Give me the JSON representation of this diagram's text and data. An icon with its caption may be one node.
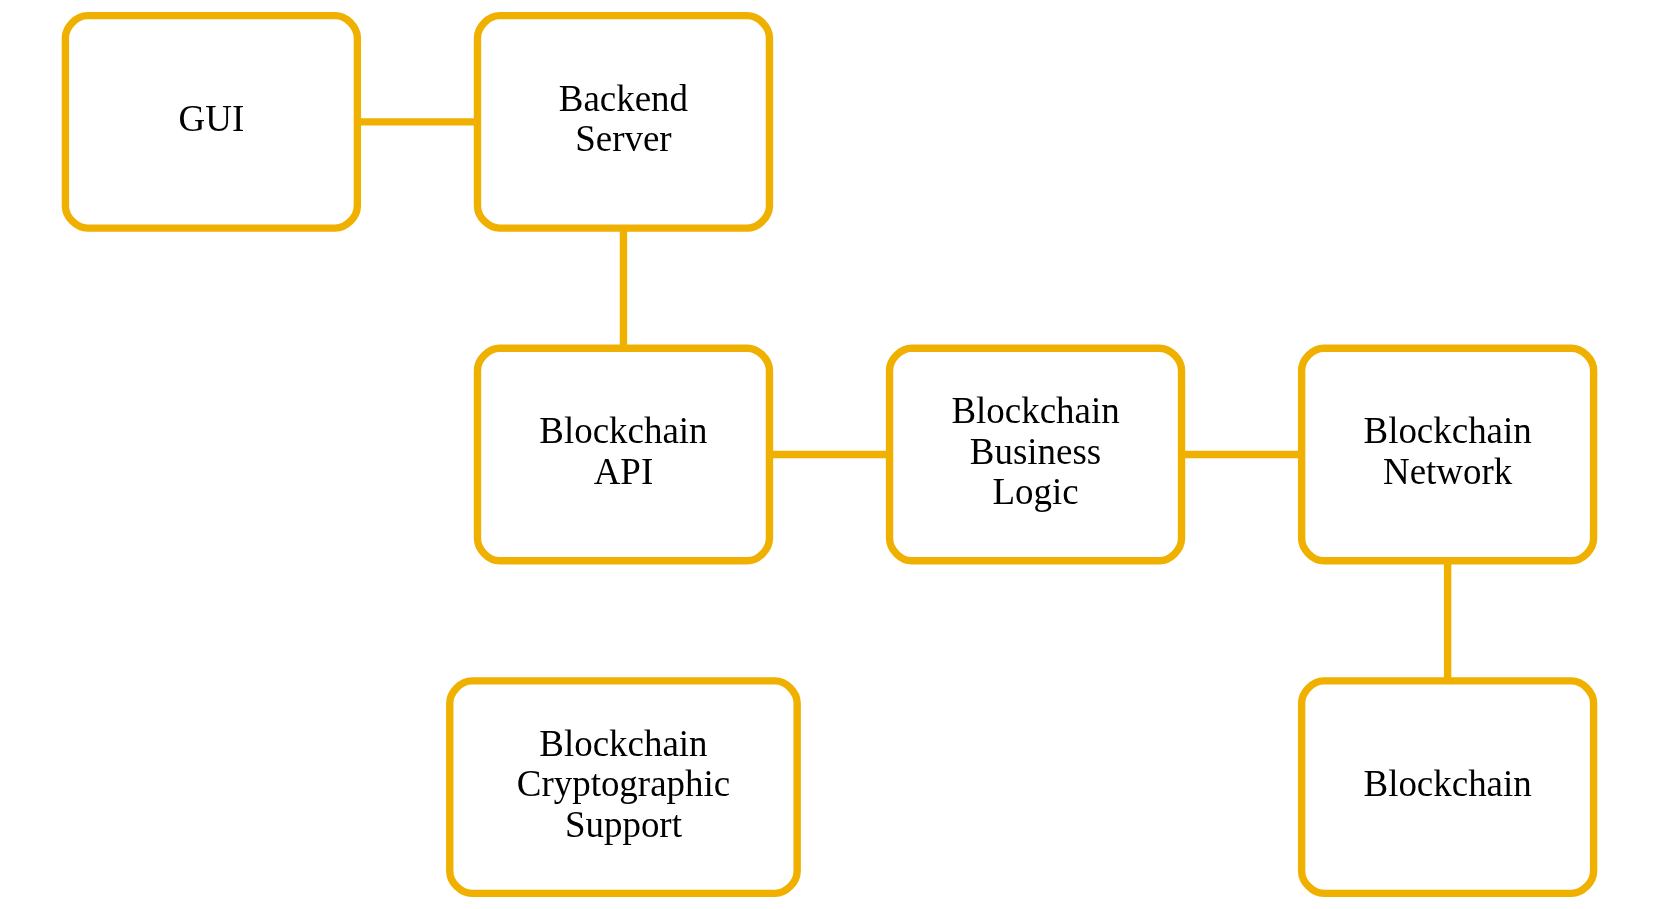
{
  "diagram": {
    "nodes": [
      {
        "text": [
          "GUI"
        ]
      },
      {
        "text": [
          "Backend Server"
        ]
      },
      {
        "text": [
          "Blockchain API"
        ]
      },
      {
        "text": [
          "Blockchain Business Logic"
        ]
      },
      {
        "text": [
          "Blockchain Network"
        ]
      },
      {
        "text": [
          "Blockchain Cryptographic Support"
        ]
      },
      {
        "text": [
          "Blockchain"
        ]
      }
    ],
    "edges": [
      {
        "from": 0,
        "to": 1,
        "arrow": "none"
      },
      {
        "from": 1,
        "to": 2,
        "arrow": "none"
      },
      {
        "from": 2,
        "to": 3,
        "arrow": "none"
      },
      {
        "from": 3,
        "to": 4,
        "arrow": "none"
      },
      {
        "from": 4,
        "to": 6,
        "arrow": "none"
      }
    ]
  }
}
